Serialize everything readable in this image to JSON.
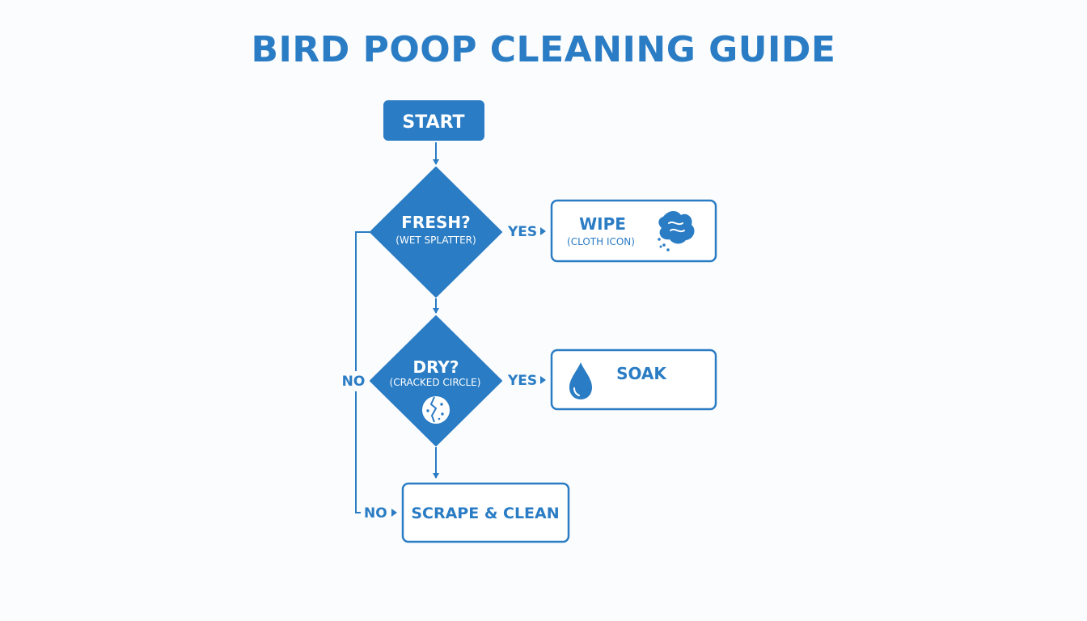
{
  "title": "BIRD POOP CLEANING GUIDE",
  "colors": {
    "primary": "#2a7cc4",
    "background": "#fbfcfd",
    "on_primary": "#ffffff"
  },
  "start": {
    "label": "START"
  },
  "decision_fresh": {
    "label": "FRESH?",
    "sublabel": "(WET SPLATTER)",
    "yes_label": "YES"
  },
  "decision_dry": {
    "label": "DRY?",
    "sublabel": "(CRACKED CIRCLE)",
    "yes_label": "YES",
    "icon": "cracked-circle-icon"
  },
  "action_wipe": {
    "label": "WIPE",
    "sublabel": "(CLOTH ICON)",
    "icon": "cloth-icon"
  },
  "action_soak": {
    "label": "SOAK",
    "icon": "water-drop-icon"
  },
  "action_scrape": {
    "label": "SCRAPE & CLEAN"
  },
  "no_label_left": "NO",
  "no_label_bottom": "NO"
}
